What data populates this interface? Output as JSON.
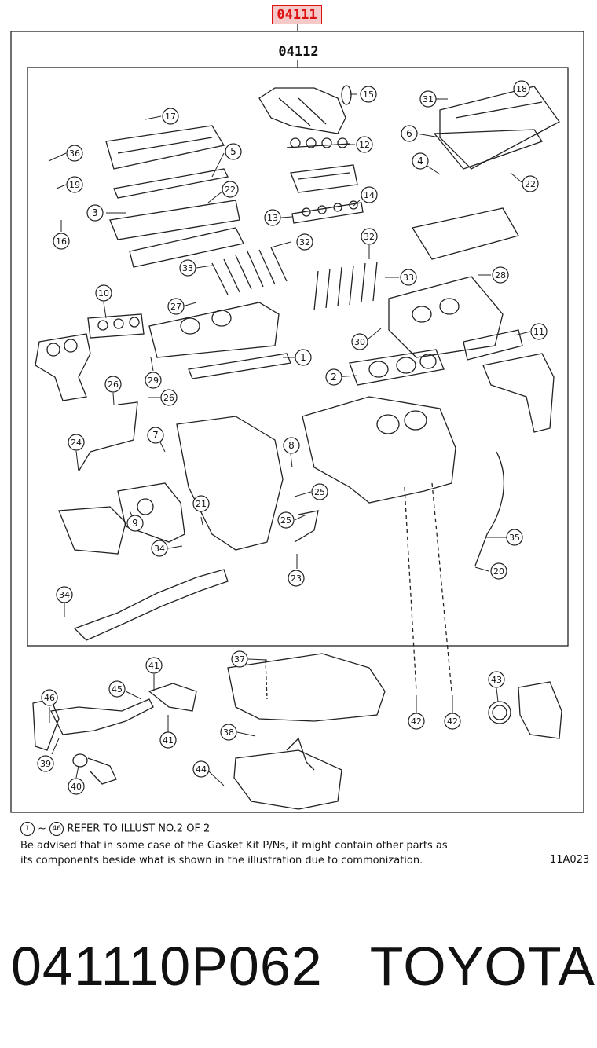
{
  "header": {
    "kit_code": "04111",
    "sub_code": "04112"
  },
  "notes": {
    "refer_start": "1",
    "refer_sep": "~",
    "refer_end": "46",
    "refer_text": "REFER TO ILLUST NO.2 OF 2",
    "line1": "Be advised that in some case of the Gasket Kit P/Ns,  it might contain other parts as",
    "line2": "its components beside what is shown in the illustration due to commonization.",
    "illustration_code": "11A023"
  },
  "footer": {
    "part_label": "041110P062   TOYOTA"
  },
  "callouts": [
    {
      "n": "1"
    },
    {
      "n": "2"
    },
    {
      "n": "3"
    },
    {
      "n": "4"
    },
    {
      "n": "5"
    },
    {
      "n": "6"
    },
    {
      "n": "7"
    },
    {
      "n": "8"
    },
    {
      "n": "9"
    },
    {
      "n": "10"
    },
    {
      "n": "11"
    },
    {
      "n": "12"
    },
    {
      "n": "13"
    },
    {
      "n": "14"
    },
    {
      "n": "15"
    },
    {
      "n": "16"
    },
    {
      "n": "17"
    },
    {
      "n": "18"
    },
    {
      "n": "19"
    },
    {
      "n": "20"
    },
    {
      "n": "21"
    },
    {
      "n": "22"
    },
    {
      "n": "22"
    },
    {
      "n": "23"
    },
    {
      "n": "24"
    },
    {
      "n": "25"
    },
    {
      "n": "25"
    },
    {
      "n": "26"
    },
    {
      "n": "26"
    },
    {
      "n": "27"
    },
    {
      "n": "28"
    },
    {
      "n": "29"
    },
    {
      "n": "30"
    },
    {
      "n": "31"
    },
    {
      "n": "32"
    },
    {
      "n": "32"
    },
    {
      "n": "33"
    },
    {
      "n": "33"
    },
    {
      "n": "34"
    },
    {
      "n": "34"
    },
    {
      "n": "35"
    },
    {
      "n": "36"
    },
    {
      "n": "37"
    },
    {
      "n": "38"
    },
    {
      "n": "39"
    },
    {
      "n": "40"
    },
    {
      "n": "41"
    },
    {
      "n": "41"
    },
    {
      "n": "42"
    },
    {
      "n": "42"
    },
    {
      "n": "43"
    },
    {
      "n": "44"
    },
    {
      "n": "45"
    },
    {
      "n": "46"
    }
  ]
}
